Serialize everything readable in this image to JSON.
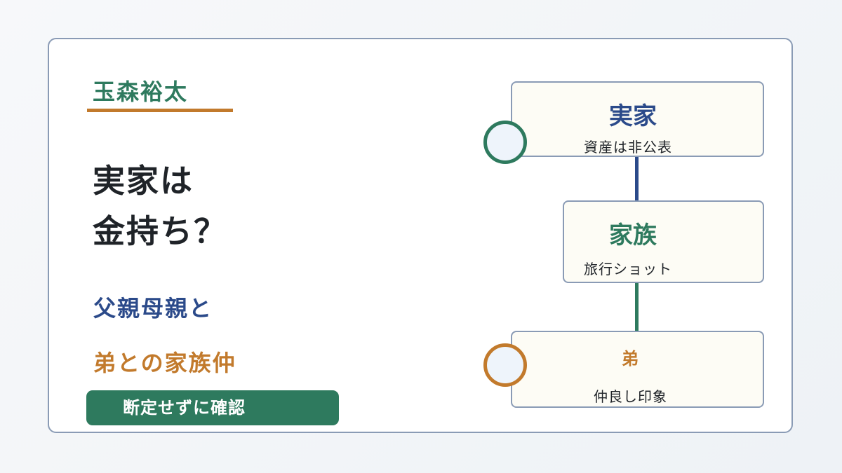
{
  "left": {
    "name": "玉森裕太",
    "headline_line1": "実家は",
    "headline_line2": "金持ち？",
    "line_blue": "父親母親と",
    "line_orange": "弟との家族仲",
    "pill": "断定せずに確認"
  },
  "flow": {
    "nodes": [
      {
        "title": "実家",
        "sub": "資産は非公表"
      },
      {
        "title": "家族",
        "sub": "旅行ショット"
      },
      {
        "title": "弟",
        "sub": "仲良し印象"
      }
    ]
  },
  "colors": {
    "green": "#2e7a5e",
    "blue": "#2b4a8a",
    "orange": "#c27a2c",
    "border": "#8a9bb5"
  }
}
